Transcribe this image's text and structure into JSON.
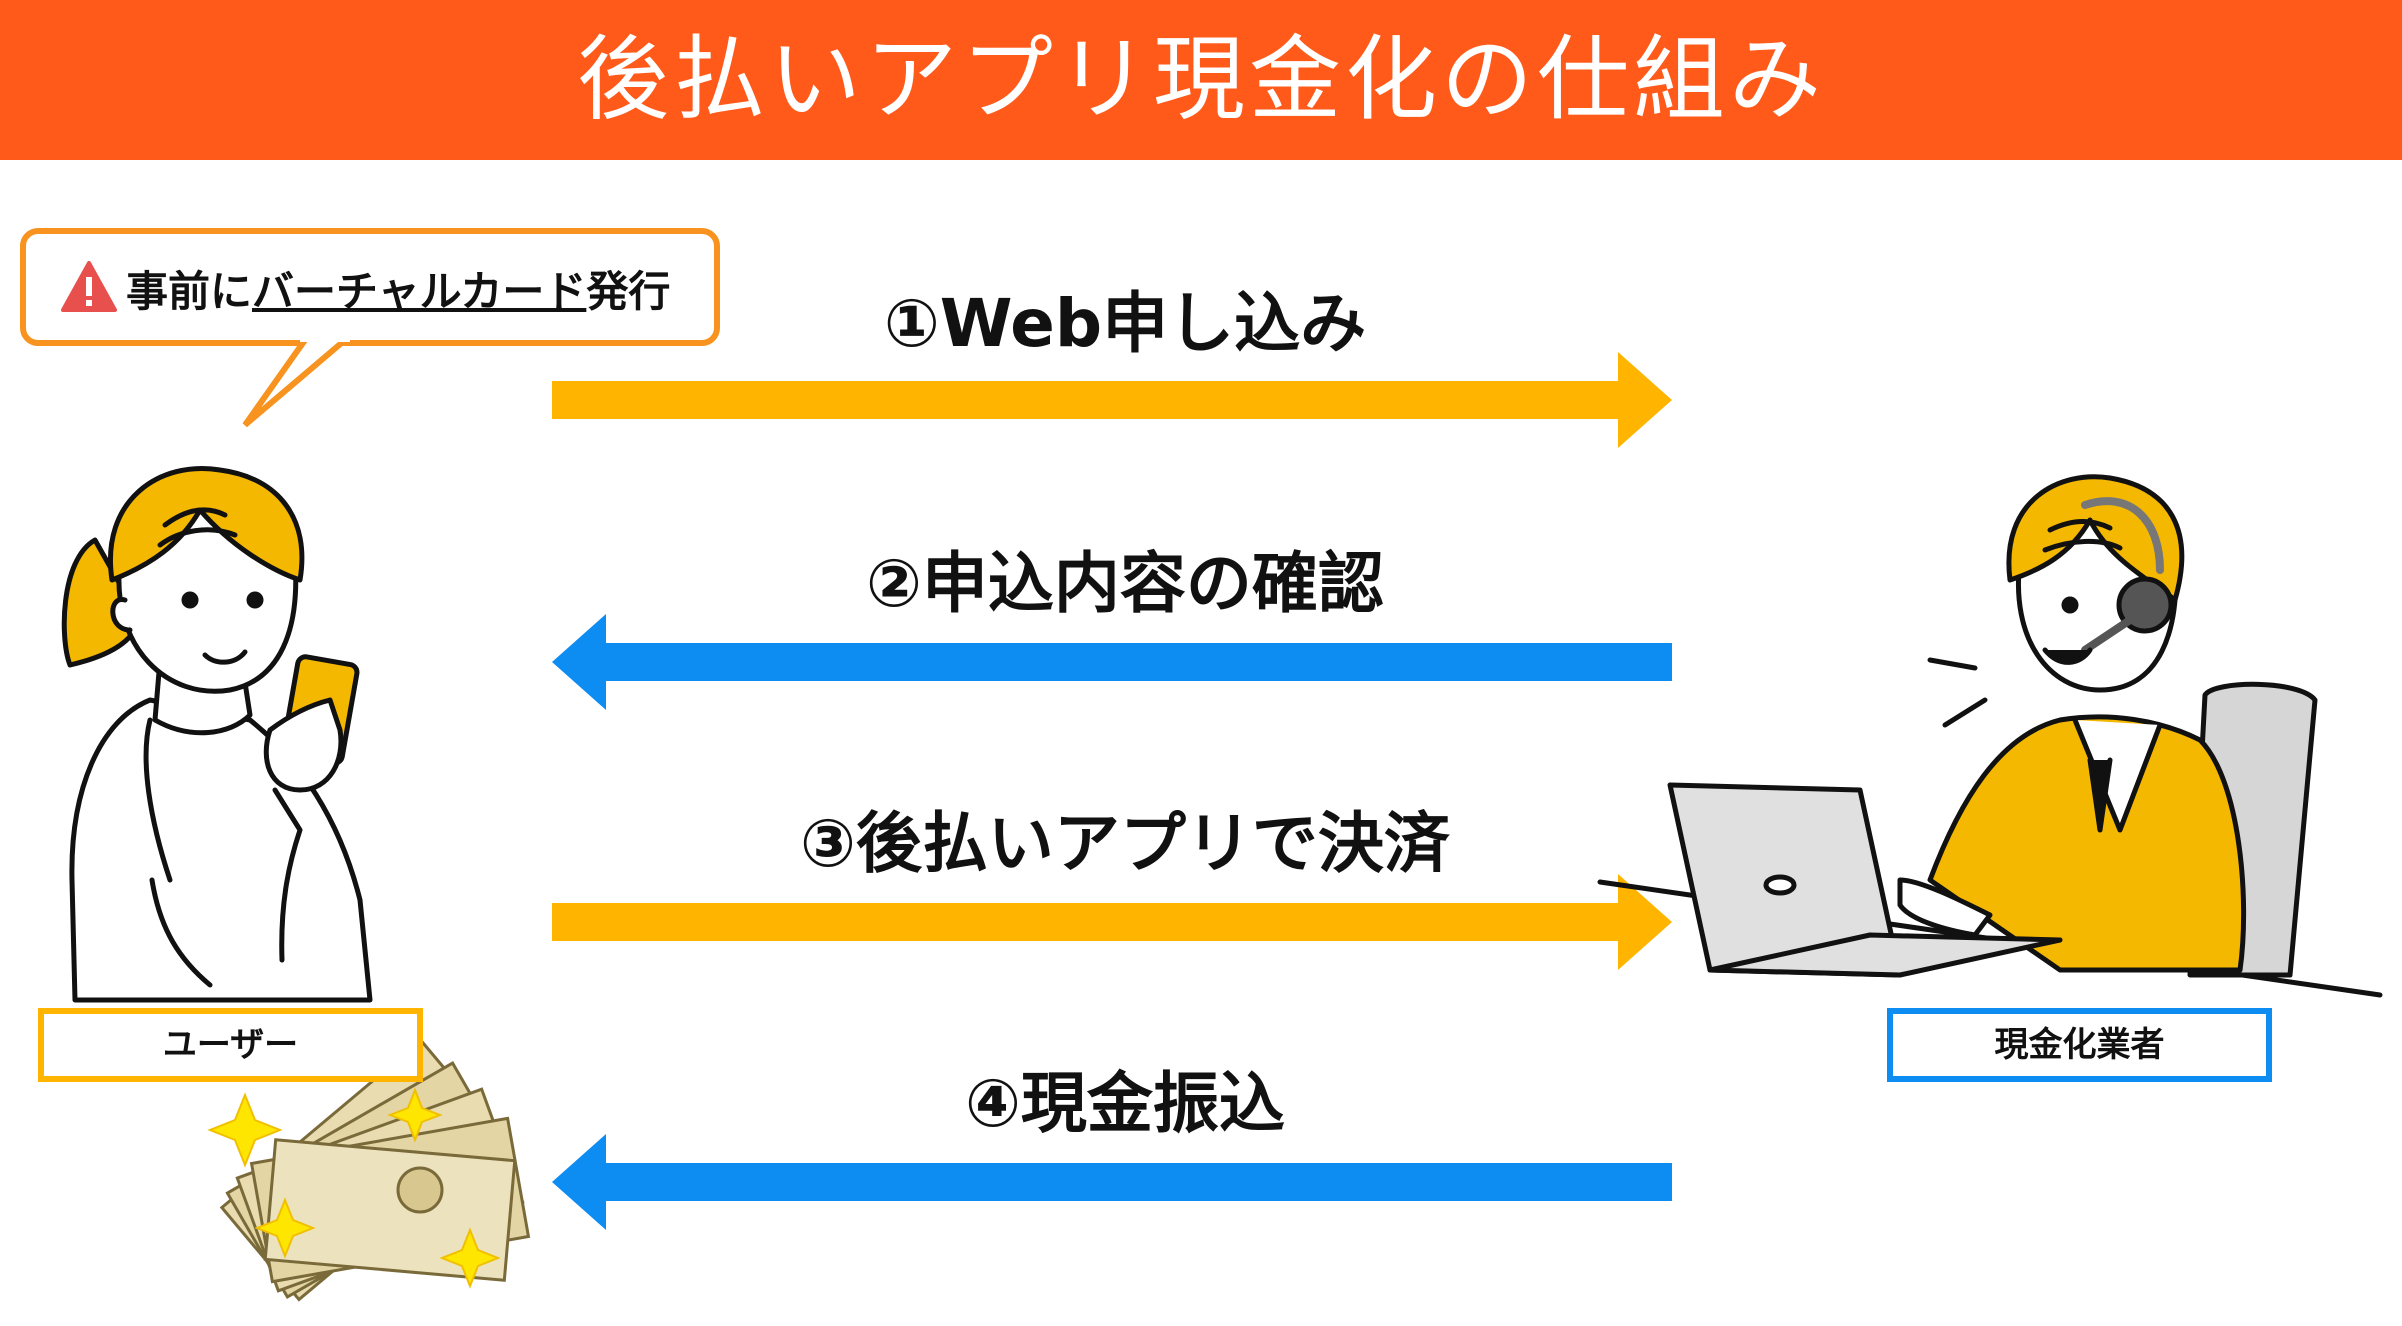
{
  "header": {
    "title": "後払いアプリ現金化の仕組み"
  },
  "bubble": {
    "prefix": "事前に",
    "underlined": "バーチャルカード",
    "suffix": "発行"
  },
  "steps": [
    {
      "label": "①Web申し込み",
      "direction": "right",
      "color": "#ffb400"
    },
    {
      "label": "②申込内容の確認",
      "direction": "left",
      "color": "#0d8cf2"
    },
    {
      "label": "③後払いアプリで決済",
      "direction": "right",
      "color": "#ffb400"
    },
    {
      "label": "④現金振込",
      "direction": "left",
      "color": "#0d8cf2"
    }
  ],
  "actors": {
    "user": {
      "label": "ユーザー",
      "border_color": "#ffb400"
    },
    "merchant": {
      "label": "現金化業者",
      "border_color": "#0d8cf2"
    }
  },
  "colors": {
    "header": "#ff5a1a",
    "bubble_border": "#f7931e",
    "hair": "#f5b800",
    "warning": "#e8504d"
  }
}
